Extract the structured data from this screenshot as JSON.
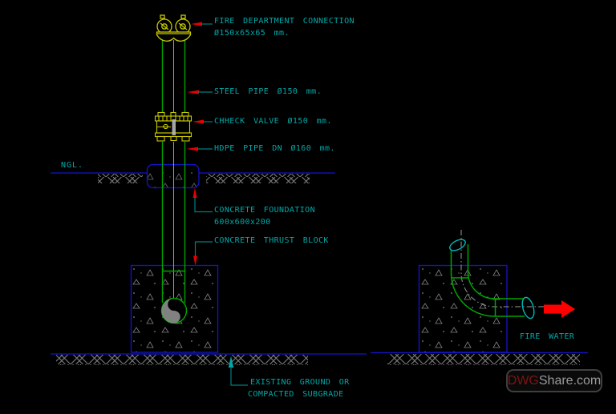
{
  "drawing": {
    "title_context": "Fire department connection installation detail",
    "annotations": {
      "fdc_line1": "FIRE DEPARTMENT CONNECTION",
      "fdc_line2": "Ø150x65x65 mm.",
      "steel_pipe": "STEEL PIPE Ø150 mm.",
      "check_valve": "CHHECK VALVE Ø150 mm.",
      "hdpe_pipe": "HDPE PIPE DN Ø160 mm.",
      "ngl": "NGL.",
      "foundation_line1": "CONCRETE FOUNDATION",
      "foundation_line2": "600x600x200",
      "thrust_block": "CONCRETE THRUST BLOCK",
      "existing_ground_line1": "EXISTING GROUND OR",
      "existing_ground_line2": "COMPACTED SUBGRADE",
      "fire_water": "FIRE WATER"
    },
    "watermark": {
      "prefix": "DWG",
      "suffix": "Share.com"
    },
    "colors": {
      "background": "#000000",
      "pipe_green": "#00a400",
      "annotation_teal": "#00a8a8",
      "leader_teal": "#007d7d",
      "fitting_yellow": "#c8c800",
      "structure_blue": "#1414cc",
      "arrow_red": "#e60000",
      "fire_water_arrow_red": "#ff0000",
      "hatch_gray": "#7a7a7a",
      "centerline_gray": "#9a9a9a",
      "pipe_end_cyan": "#00b8b8",
      "watermark_red": "#7d1414",
      "watermark_gray": "#9b9b9b"
    }
  }
}
